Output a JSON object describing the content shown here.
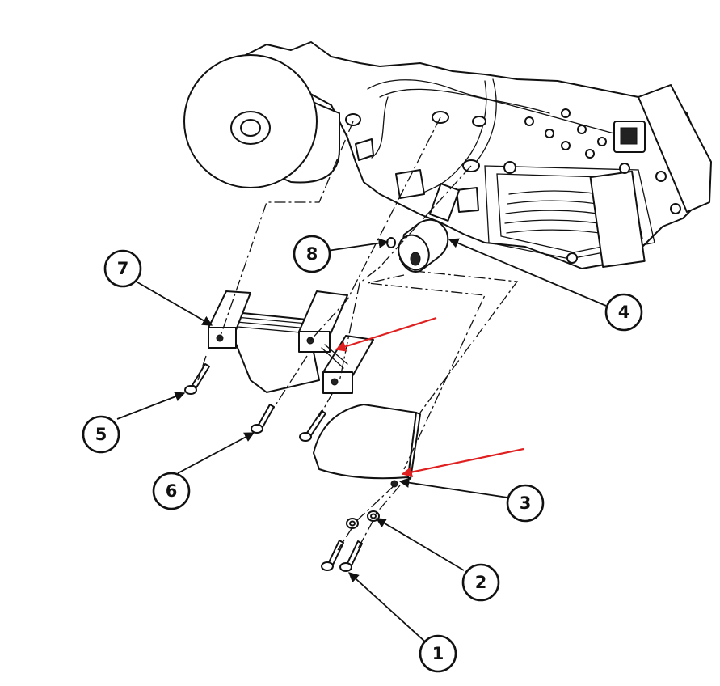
{
  "callouts": [
    {
      "id": "1",
      "label": "1"
    },
    {
      "id": "2",
      "label": "2"
    },
    {
      "id": "3",
      "label": "3"
    },
    {
      "id": "4",
      "label": "4"
    },
    {
      "id": "5",
      "label": "5"
    },
    {
      "id": "6",
      "label": "6"
    },
    {
      "id": "7",
      "label": "7"
    },
    {
      "id": "8",
      "label": "8"
    }
  ],
  "colors": {
    "line": "#111111",
    "highlight_arrow": "#e02020",
    "background": "#ffffff"
  }
}
